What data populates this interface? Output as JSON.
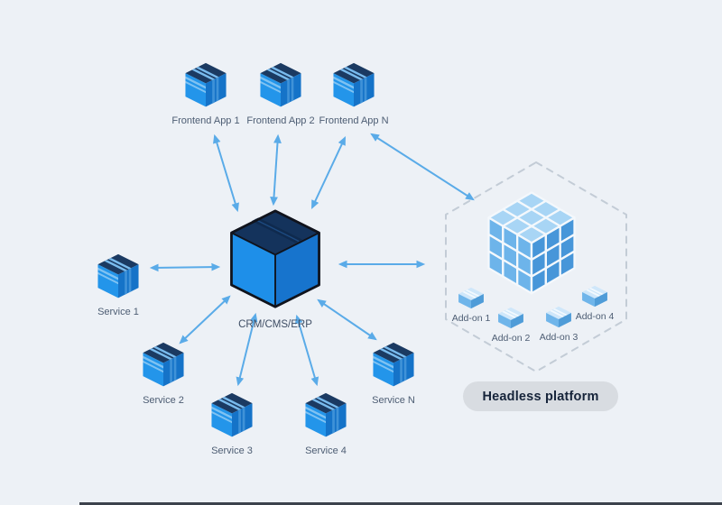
{
  "colors": {
    "background": "#edf1f6",
    "arrow": "#5aabe8",
    "hexagon_border": "#c3ccd6",
    "cube_primary": "#2395ea",
    "cube_top_dark": "#1b3a62",
    "badge_bg": "#d8dce1",
    "badge_text": "#16243a",
    "label_text": "#4d5d73"
  },
  "diagram": {
    "center": {
      "label": "CRM/CMS/ERP",
      "icon": "package-box-icon"
    },
    "frontend_apps": [
      {
        "label": "Frontend App 1",
        "icon": "package-cube-icon"
      },
      {
        "label": "Frontend App 2",
        "icon": "package-cube-icon"
      },
      {
        "label": "Frontend App N",
        "icon": "package-cube-icon"
      }
    ],
    "services": [
      {
        "label": "Service 1",
        "icon": "package-cube-icon"
      },
      {
        "label": "Service 2",
        "icon": "package-cube-icon"
      },
      {
        "label": "Service 3",
        "icon": "package-cube-icon"
      },
      {
        "label": "Service 4",
        "icon": "package-cube-icon"
      },
      {
        "label": "Service N",
        "icon": "package-cube-icon"
      }
    ],
    "headless_platform": {
      "badge_label": "Headless platform",
      "icon": "modular-cubes-icon",
      "addons": [
        {
          "label": "Add-on 1",
          "icon": "mini-cube-icon"
        },
        {
          "label": "Add-on 2",
          "icon": "mini-cube-icon"
        },
        {
          "label": "Add-on 3",
          "icon": "mini-cube-icon"
        },
        {
          "label": "Add-on 4",
          "icon": "mini-cube-icon"
        }
      ]
    }
  }
}
